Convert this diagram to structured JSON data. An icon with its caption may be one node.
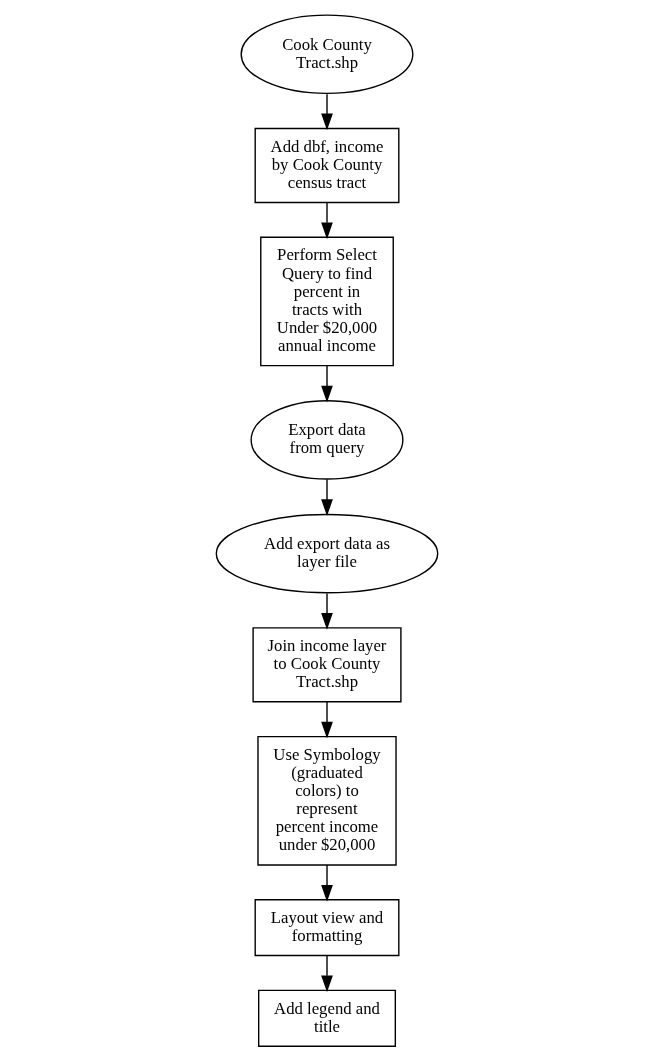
{
  "diagram": {
    "nodes": [
      {
        "text": [
          "Cook County Tract.shp"
        ]
      },
      {
        "text": [
          "Add dbf, income by Cook County census tract"
        ]
      },
      {
        "text": [
          "Perform Select Query to find percent in tracts with Under $20,000 annual income"
        ]
      },
      {
        "text": [
          "Export data from query"
        ]
      },
      {
        "text": [
          "Add export data as layer file"
        ]
      },
      {
        "text": [
          "Join income layer to Cook County Tract.shp"
        ]
      },
      {
        "text": [
          "Use Symbology (graduated colors) to represent percent income under $20,000"
        ]
      },
      {
        "text": [
          "Layout view and formatting"
        ]
      },
      {
        "text": [
          "Add legend and title"
        ]
      }
    ],
    "edges": [
      {
        "from": 0,
        "to": 1,
        "arrow": "to"
      },
      {
        "from": 1,
        "to": 2,
        "arrow": "to"
      },
      {
        "from": 2,
        "to": 3,
        "arrow": "to"
      },
      {
        "from": 3,
        "to": 4,
        "arrow": "to"
      },
      {
        "from": 4,
        "to": 5,
        "arrow": "to"
      },
      {
        "from": 5,
        "to": 6,
        "arrow": "to"
      },
      {
        "from": 6,
        "to": 7,
        "arrow": "to"
      },
      {
        "from": 7,
        "to": 8,
        "arrow": "to"
      }
    ]
  }
}
